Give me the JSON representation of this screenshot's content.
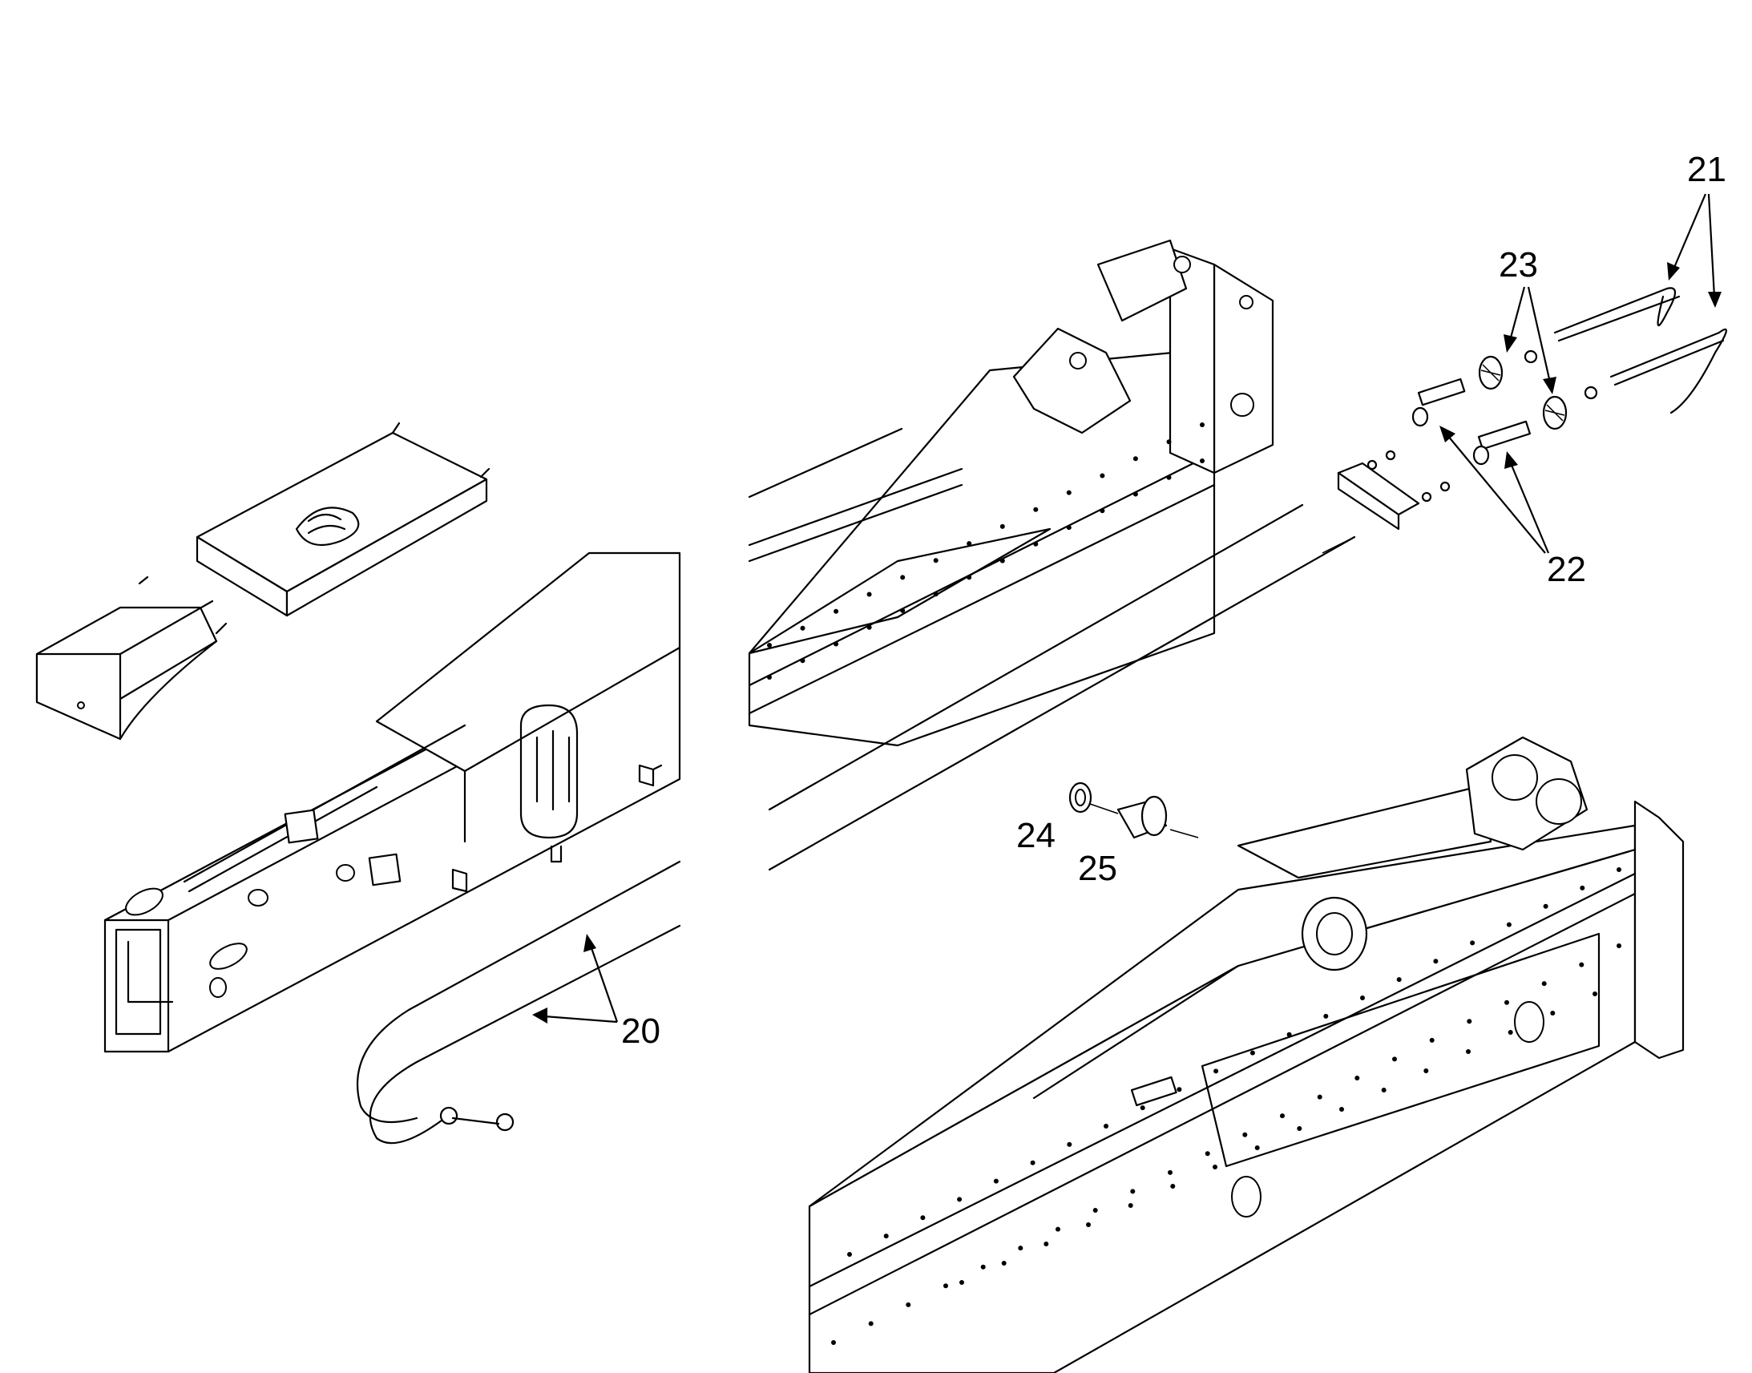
{
  "callouts": {
    "c20": "20",
    "c21": "21",
    "c22": "22",
    "c23": "23",
    "c24": "24",
    "c25": "25"
  }
}
